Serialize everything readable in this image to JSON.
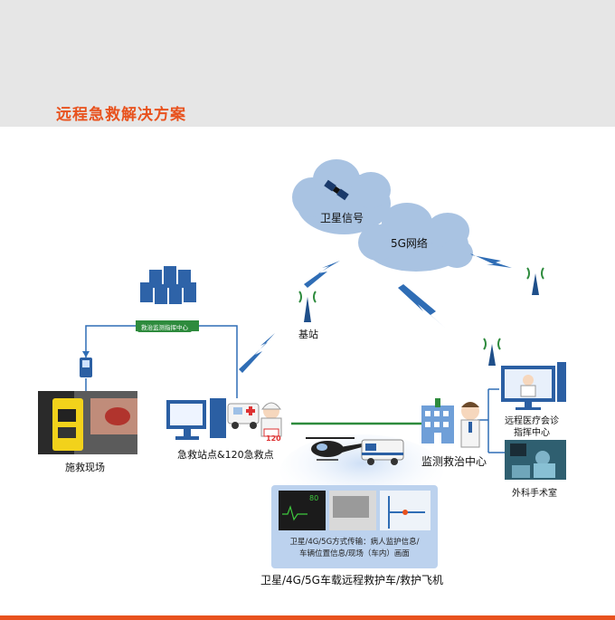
{
  "title": "远程急救解决方案",
  "clouds": {
    "satellite": "卫星信号",
    "network": "5G网络"
  },
  "labels": {
    "base_station": "基站",
    "command_center": "救治监测指挥中心",
    "rescue_site": "施救现场",
    "station": "急救站点&120急救点",
    "monitor_center": "监测救治中心",
    "remote_consult_line1": "远程医疗会诊",
    "remote_consult_line2": "指挥中心",
    "surgery": "外科手术室",
    "ambulance_number": "120"
  },
  "panel": {
    "text_line1": "卫星/4G/5G方式传输：病人监护信息/",
    "text_line2": "车辆位置信息/现场（车内）画面",
    "caption": "卫星/4G/5G车载远程救护车/救护飞机",
    "monitor_reading": "80"
  },
  "colors": {
    "accent": "#e8521e",
    "cloud": "#a9c3e2",
    "link_blue": "#2f6db5",
    "link_green": "#2e8b3d",
    "panel_bg": "#bcd2ee"
  }
}
